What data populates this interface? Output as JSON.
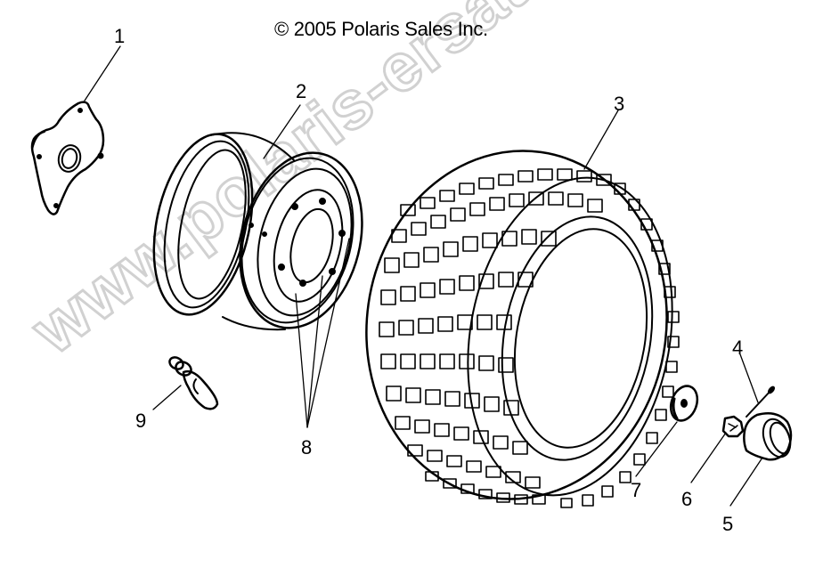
{
  "diagram": {
    "copyright": "© 2005 Polaris Sales Inc.",
    "watermark": "www.polaris-ersatzteile.de",
    "watermark_color": "#cfcfcf",
    "line_color": "#000000",
    "background": "#ffffff",
    "parts": [
      {
        "number": "1",
        "name": "hub-adapter-plate"
      },
      {
        "number": "2",
        "name": "wheel-rim"
      },
      {
        "number": "3",
        "name": "tire"
      },
      {
        "number": "4",
        "name": "cotter-pin"
      },
      {
        "number": "5",
        "name": "hub-cap"
      },
      {
        "number": "6",
        "name": "castle-nut"
      },
      {
        "number": "7",
        "name": "washer"
      },
      {
        "number": "8",
        "name": "wheel-nuts"
      },
      {
        "number": "9",
        "name": "valve-stem"
      }
    ]
  }
}
